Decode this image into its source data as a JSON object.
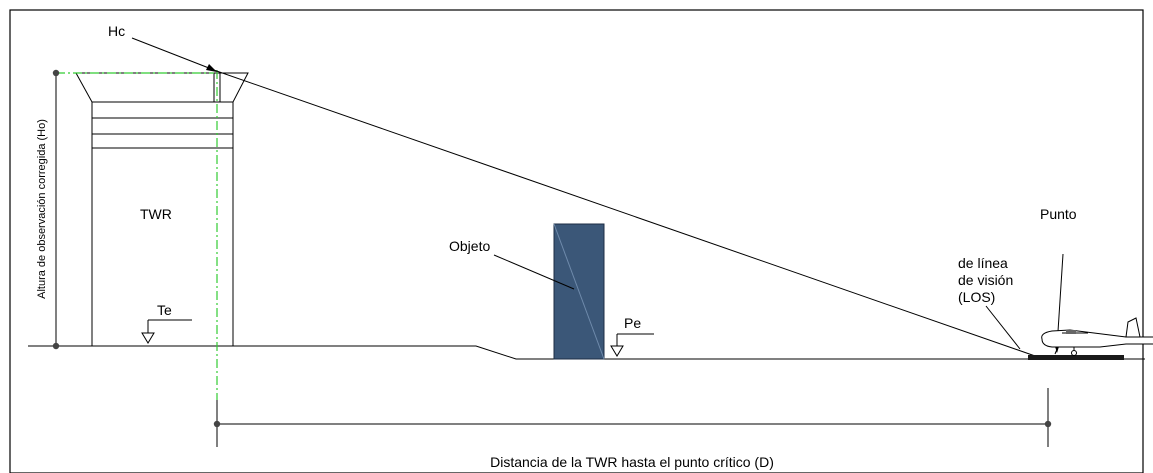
{
  "labels": {
    "hc": "Hc",
    "twr": "TWR",
    "te": "Te",
    "pe": "Pe",
    "objeto": "Objeto",
    "punto": "Punto",
    "los_line1": "de línea",
    "los_line2": "de visión",
    "los_line3": "(LOS)",
    "ho_axis": "Altura de observación corregida (Ho)",
    "distance": "Distancia de la TWR hasta el punto crítico (D)"
  },
  "colors": {
    "line": "#000000",
    "object_fill": "#3b5778",
    "centerline": "#33cc33",
    "aircraft_base": "#1a1a1a"
  }
}
